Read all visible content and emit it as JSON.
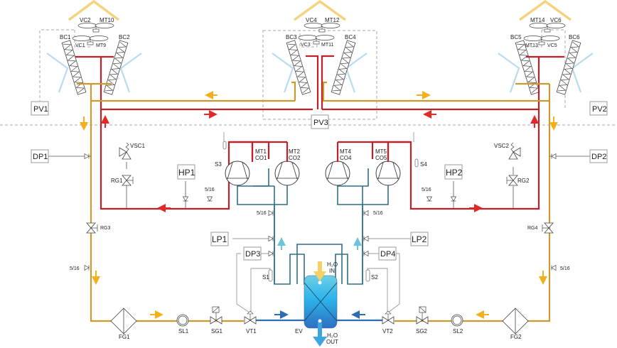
{
  "diagram": {
    "title": "Refrigeration circuit schematic (dual circuit chiller)",
    "colors": {
      "discharge_line": "#c0202a",
      "liquid_line": "#c99a2e",
      "suction_line": "#2e6f86",
      "evaporator_line": "#2f6db3",
      "flow_arrow_liquid": "#f2b01e",
      "flow_arrow_hot": "#e02a2a",
      "flow_arrow_suction": "#6cc4dc",
      "air_flow": "#b6dcf2",
      "roof": "#f5d37e",
      "water_in_arrow": "#f7cf63",
      "water_out_arrow": "#3ba6e0"
    },
    "condenser_units": [
      {
        "fans": [
          {
            "fan": "VC2",
            "motor": "MT10"
          },
          {
            "fan": "VC1",
            "motor": "MT9"
          }
        ],
        "coils": [
          "BC1",
          "BC2"
        ]
      },
      {
        "fans": [
          {
            "fan": "VC4",
            "motor": "MT12"
          },
          {
            "fan": "VC3",
            "motor": "MT11"
          }
        ],
        "coils": [
          "BC3",
          "BC4"
        ]
      },
      {
        "fans": [
          {
            "fan": "VC6",
            "motor": "MT14"
          },
          {
            "fan": "VC5",
            "motor": "MT13"
          }
        ],
        "coils": [
          "BC5",
          "BC6"
        ]
      }
    ],
    "labels": {
      "VC2": "VC2",
      "MT10": "MT10",
      "VC1": "VC1",
      "MT9": "MT9",
      "BC1": "BC1",
      "BC2": "BC2",
      "VC4": "VC4",
      "MT12": "MT12",
      "VC3": "VC3",
      "MT11": "MT11",
      "BC3": "BC3",
      "BC4": "BC4",
      "MT14": "MT14",
      "VC6": "VC6",
      "MT13": "MT13",
      "VC5": "VC5",
      "BC5": "BC5",
      "BC6": "BC6",
      "PV1": "PV1",
      "PV2": "PV2",
      "PV3": "PV3",
      "DP1": "DP1",
      "DP2": "DP2",
      "DP3": "DP3",
      "DP4": "DP4",
      "HP1": "HP1",
      "HP2": "HP2",
      "LP1": "LP1",
      "LP2": "LP2",
      "VSC1": "VSC1",
      "VSC2": "VSC2",
      "RG1": "RG1",
      "RG2": "RG2",
      "RG3": "RG3",
      "RG4": "RG4",
      "S1": "S1",
      "S2": "S2",
      "S3": "S3",
      "S4": "S4",
      "MT1": "MT1",
      "CO1": "CO1",
      "MT2": "MT2",
      "CO2": "CO2",
      "MT4": "MT4",
      "CO4": "CO4",
      "MT5": "MT5",
      "CO5": "CO5",
      "port": "5/16",
      "FG1": "FG1",
      "FG2": "FG2",
      "SL1": "SL1",
      "SL2": "SL2",
      "SG1": "SG1",
      "SG2": "SG2",
      "VT1": "VT1",
      "VT2": "VT2",
      "EV": "EV",
      "h2o_in_1": "H₂O",
      "h2o_in_2": "IN",
      "h2o_out_1": "H₂O",
      "h2o_out_2": "OUT"
    }
  }
}
